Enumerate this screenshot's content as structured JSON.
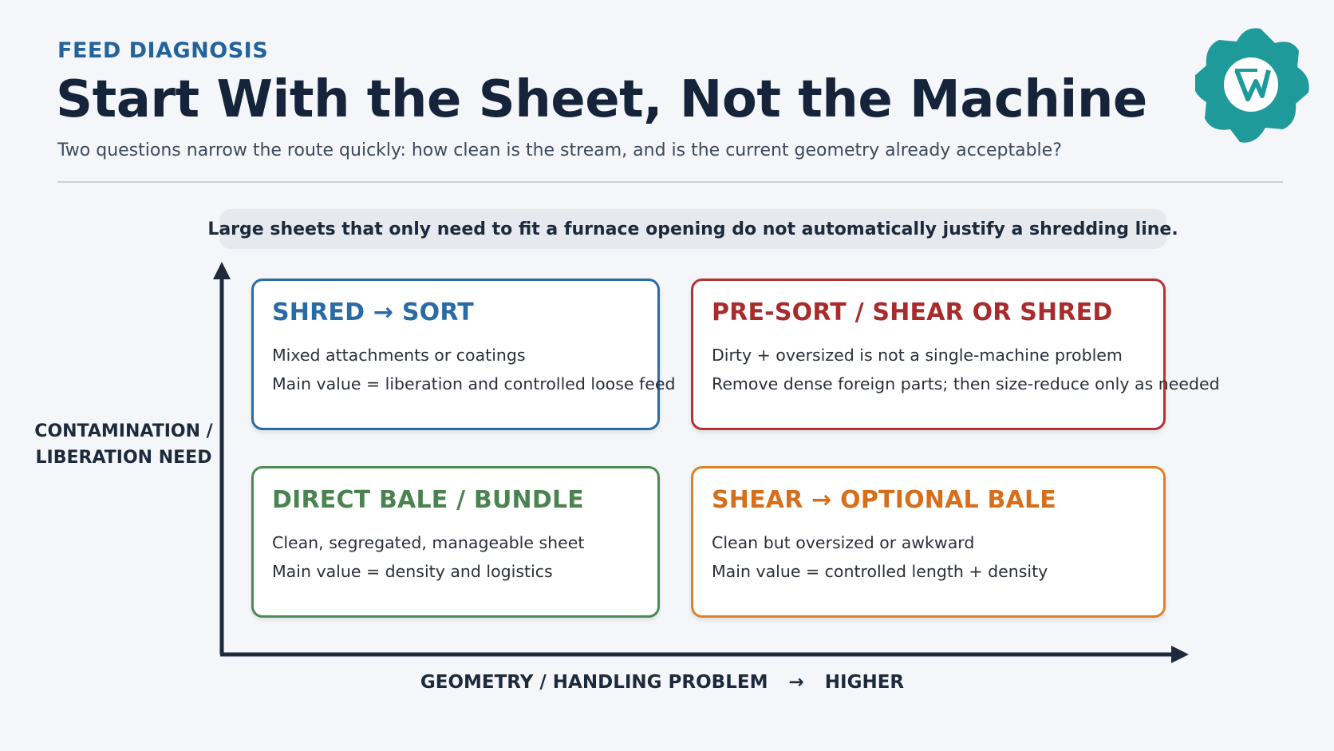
{
  "header": {
    "eyebrow": "FEED DIAGNOSIS",
    "title": "Start With the Sheet, Not the Machine",
    "subtitle": "Two questions narrow the route quickly: how clean is the stream, and is the current geometry already acceptable?"
  },
  "banner": {
    "text": "Large sheets that only need to fit a furnace opening do not automatically justify a shredding line."
  },
  "axes": {
    "y_label_line1": "CONTAMINATION /",
    "y_label_line2": "LIBERATION NEED",
    "x_label": "GEOMETRY / HANDLING PROBLEM",
    "x_arrow": "→",
    "x_direction": "HIGHER"
  },
  "quadrants": [
    {
      "title": "SHRED → SORT",
      "line1": "Mixed attachments or coatings",
      "line2": "Main value = liberation and controlled loose feed",
      "color": "#2a6aa5"
    },
    {
      "title": "PRE-SORT / SHEAR OR SHRED",
      "line1": "Dirty + oversized is not a single-machine problem",
      "line2": "Remove dense foreign parts; then size-reduce only as needed",
      "color": "#b33333"
    },
    {
      "title": "DIRECT BALE / BUNDLE",
      "line1": "Clean, segregated, manageable sheet",
      "line2": "Main value = density and logistics",
      "color": "#4c8a52"
    },
    {
      "title": "SHEAR → OPTIONAL BALE",
      "line1": "Clean but oversized or awkward",
      "line2": "Main value = controlled length + density",
      "color": "#e0802a"
    }
  ],
  "logo": {
    "icon": "gear-logo-icon",
    "color": "#1f9a9a"
  }
}
